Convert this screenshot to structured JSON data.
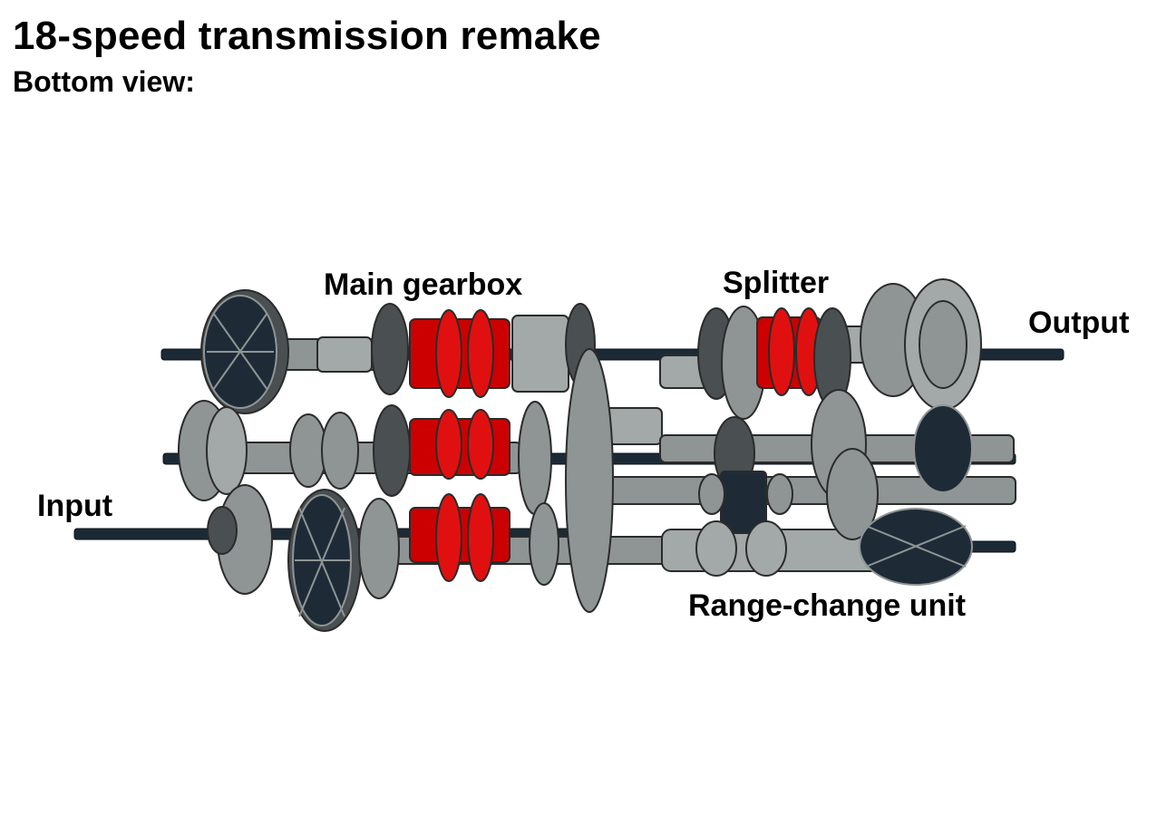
{
  "title": "18-speed transmission remake",
  "subtitle": "Bottom view:",
  "labels": {
    "main_gearbox": "Main gearbox",
    "splitter": "Splitter",
    "output": "Output",
    "input": "Input",
    "range_change": "Range-change unit"
  },
  "colors": {
    "axle": "#1c2a36",
    "gear_grey": "#8f9594",
    "gear_dark": "#4a4f52",
    "gear_black": "#1e2b37",
    "red": "#cc0000",
    "outline": "#2b2b2b"
  }
}
